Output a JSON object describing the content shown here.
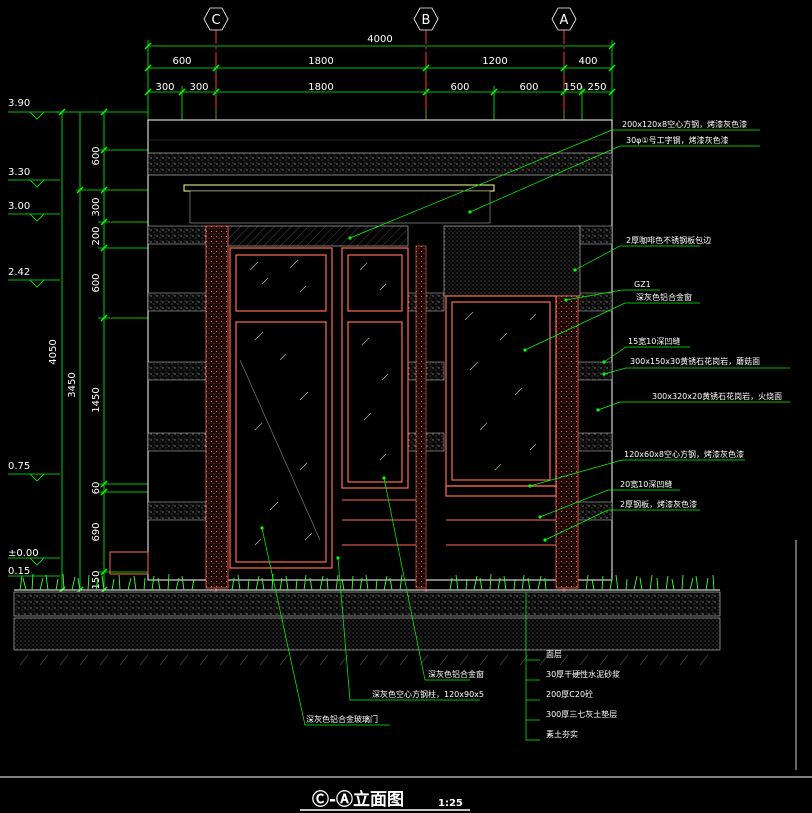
{
  "grid_axes": [
    "C",
    "B",
    "A"
  ],
  "dims_row1": [
    "4000"
  ],
  "dims_row2": [
    "600",
    "1800",
    "1200",
    "400"
  ],
  "dims_row3": [
    "300",
    "300",
    "1800",
    "600",
    "600",
    "150",
    "250"
  ],
  "levels": [
    "3.90",
    "3.30",
    "3.00",
    "2.42",
    "0.75",
    "±0.00",
    "0.15"
  ],
  "vertical_dims_outer": [
    "4050"
  ],
  "vertical_dims_mid": [
    "3450"
  ],
  "vertical_dims_inner": [
    "600",
    "300",
    "200",
    "600",
    "1450",
    "60",
    "690",
    "150"
  ],
  "callouts_right": [
    "200x120x8空心方钢，烤漆灰色漆",
    "30φ①号工字钢，烤漆灰色漆",
    "2厚咖啡色不锈钢板包边",
    "GZ1",
    "深灰色铝合金窗",
    "15宽10深凹缝",
    "300x150x30黄锈石花岗岩，蘑菇面",
    "300x320x20黄锈石花岗岩，火烧面",
    "120x60x8空心方钢，烤漆灰色漆",
    "20宽10深凹缝",
    "2厚钢板，烤漆灰色漆"
  ],
  "callouts_bottom": [
    "深灰色铝合金窗",
    "深灰色空心方钢柱，120x90x5",
    "深灰色铝合金玻璃门"
  ],
  "ground_layers": [
    "面层",
    "30厚干硬性水泥砂浆",
    "200厚C20砼",
    "300厚三七灰土垫层",
    "素土夯实"
  ],
  "title": "Ⓒ-Ⓐ立面图",
  "scale": "1:25",
  "colors": {
    "background": "#000000",
    "dimension": "#00ff00",
    "axis": "#ff3030",
    "outline": "#ffffff",
    "frame": "#ff6a4d",
    "grass": "#3cff3c"
  }
}
